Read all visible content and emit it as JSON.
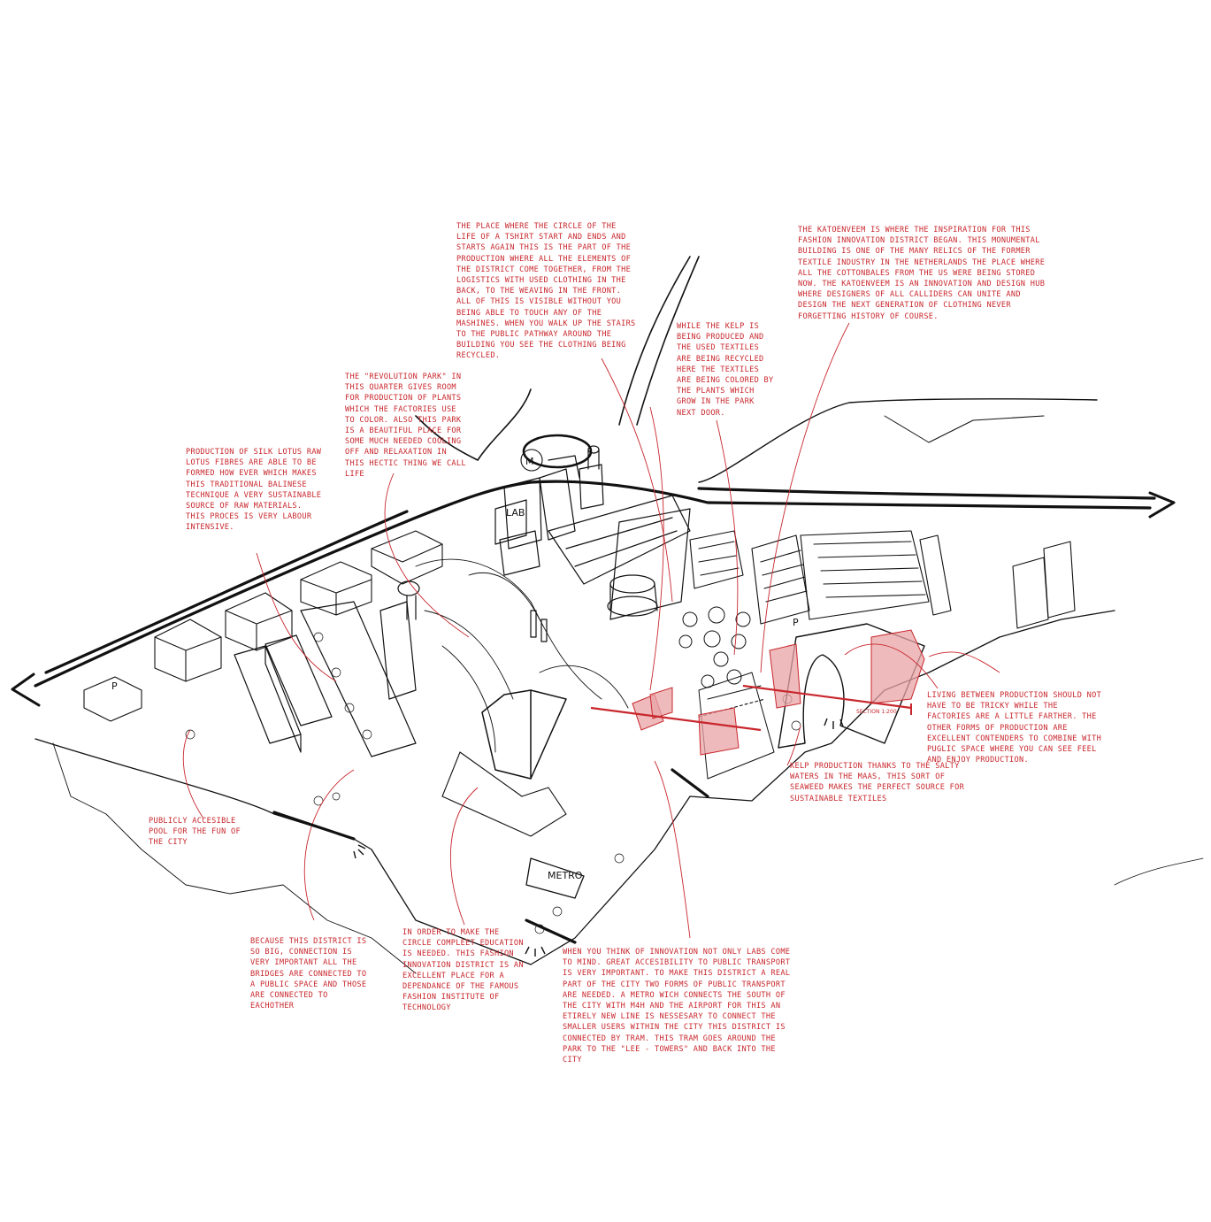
{
  "colors": {
    "ink": "#111111",
    "annotation": "#c8272d",
    "highlight_fill": "#e8a3a6",
    "background": "#ffffff"
  },
  "map_labels": {
    "metro_symbol": "M",
    "lab": "LAB",
    "parking": "P",
    "metro_station": "METRO",
    "section": "SECTION 1:200"
  },
  "annotations": {
    "circle_of_life": "The place where the circle of the life of a tshirt start and ends and starts again this is the part of the production where all the elements of the district come together, from the logistics with used clothing in the back, to the weaving in the front. All of this is visible without you being able to touch any of the mashines. When you walk up the stairs to the public pathway around the building you see the clothing being recycled.",
    "katoenveem": "The Katoenveem is where the inspiration for this fashion innovation district began. This monumental building is one of the many relics of the former textile industry in the Netherlands the place where all the cottonbales from the US were being stored now. The Katoenveem is an innovation and design hub where designers of all calliders can unite and design the next generation of clothing never forgetting history of course.",
    "kelp_recycled": "While the kelp is being produced and the used textiles are being recycled here the textiles are being colored by the plants which grow in the park next door.",
    "revolution_park": "The \"Revolution Park\" in this quarter gives room for production of plants which the factories use to color. Also this park is a beautiful place for some much needed cooling off and relaxation in this hectic thing we call life",
    "silk_lotus": "Production of silk lotus raw lotus fibres are able to be formed how ever which makes this traditional balinese technique a very sustainable source of raw materials. This proces is very labour intensive.",
    "living_between": "Living between production should not have to be tricky while the factories are a little farther. The other forms of production are excellent contenders to combine with puglic space where you can see feel and enjoy production.",
    "kelp_production": "Kelp production thanks to the salty waters in the Maas, this sort of seaweed makes the perfect source for sustainable textiles",
    "pool": "Publicly accesible pool for the fun of the city",
    "connection": "Because this district is so big, connection is very important all the bridges are connected to a public space and those are connected to eachother",
    "education": "In order to make the circle compleet education is needed. This fashion innovation district is an excellent place for a dependance of the famous Fashion Institute of Technology",
    "innovation": "When you think of innovation not only labs come to mind. Great accesibility to public transport is very important. To make this district a real part of the city two forms of public transport are needed. A metro wich connects the south of the city with M4H and the airport for this an etirely new line is nessesary to connect the smaller users within the city this district is connected by tram. This tram goes around the park to the \"Lee - Towers\" and back into the city"
  }
}
